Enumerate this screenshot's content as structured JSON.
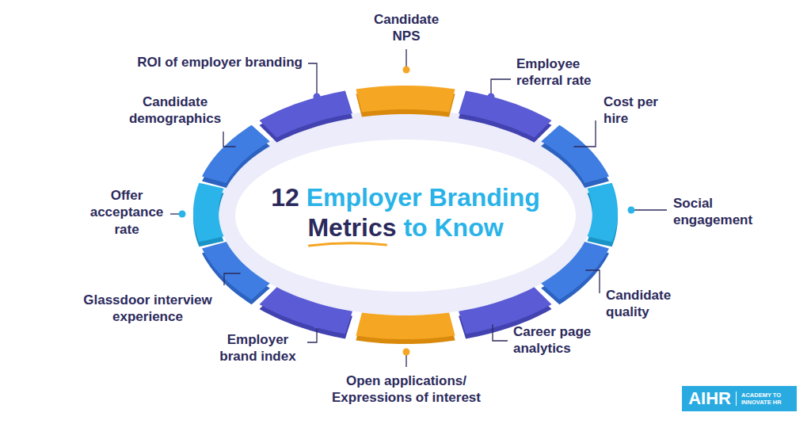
{
  "diagram": {
    "title": "12 Employer Branding Metrics to Know",
    "nodes": [
      {
        "text": [
          "AIHR",
          "ACADEMY TO INNOVATE HR"
        ]
      }
    ],
    "labels": [
      "Candidate NPS",
      "Employee referral rate",
      "Cost per hire",
      "Social engagement",
      "Candidate quality",
      "Career page analytics",
      "Open applications/ Expressions of interest",
      "Employer brand index",
      "Glassdoor interview experience",
      "Offer acceptance rate",
      "Candidate demographics",
      "ROI of employer branding"
    ]
  }
}
